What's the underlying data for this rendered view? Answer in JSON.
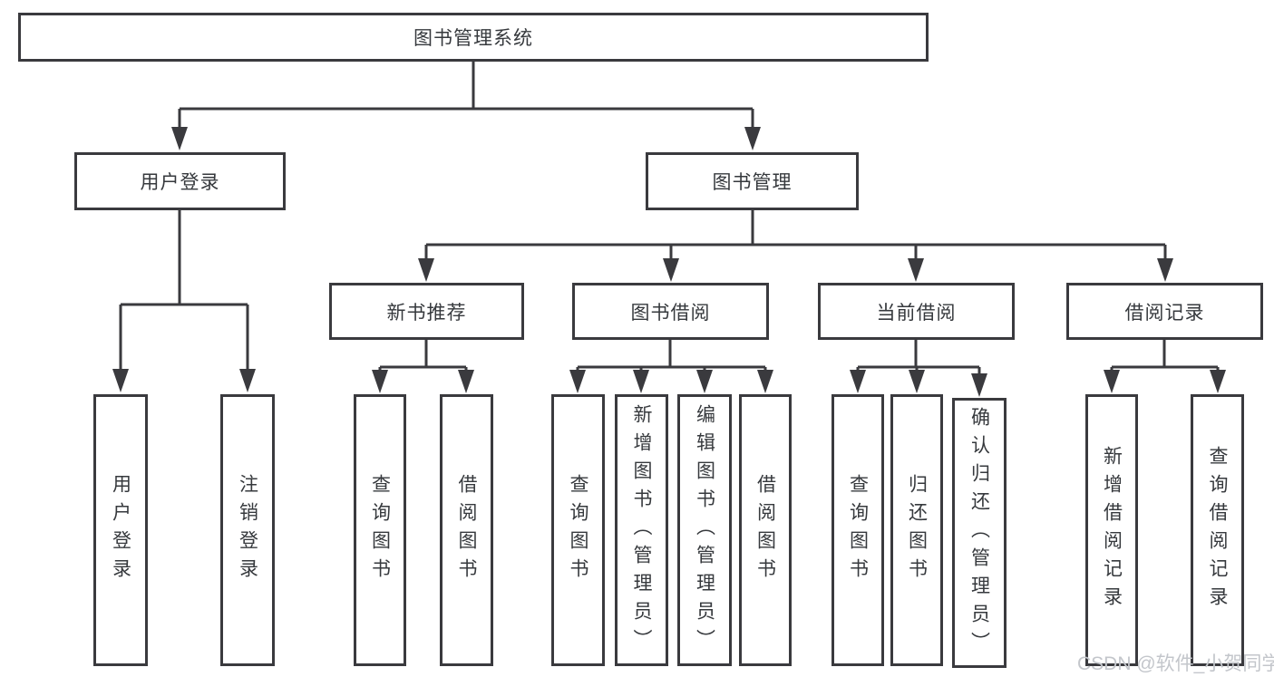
{
  "diagram": {
    "type": "tree",
    "root": {
      "label": "图书管理系统"
    },
    "branches": [
      {
        "label": "用户登录",
        "children": [
          {
            "label": "用户登录"
          },
          {
            "label": "注销登录"
          }
        ]
      },
      {
        "label": "图书管理",
        "children": [
          {
            "label": "新书推荐",
            "children": [
              {
                "label": "查询图书"
              },
              {
                "label": "借阅图书"
              }
            ]
          },
          {
            "label": "图书借阅",
            "children": [
              {
                "label": "查询图书"
              },
              {
                "label": "新增图书（管理员）"
              },
              {
                "label": "编辑图书（管理员）"
              },
              {
                "label": "借阅图书"
              }
            ]
          },
          {
            "label": "当前借阅",
            "children": [
              {
                "label": "查询图书"
              },
              {
                "label": "归还图书"
              },
              {
                "label": "确认归还（管理员）"
              }
            ]
          },
          {
            "label": "借阅记录",
            "children": [
              {
                "label": "新增借阅记录"
              },
              {
                "label": "查询借阅记录"
              }
            ]
          }
        ]
      }
    ]
  },
  "watermark": {
    "text": "CSDN @软件_小贺同学"
  },
  "colors": {
    "line": "#3a3a3e",
    "box_border": "#3a3a3e",
    "text": "#36393d",
    "background": "#ffffff",
    "watermark": "#c3c6cb"
  }
}
